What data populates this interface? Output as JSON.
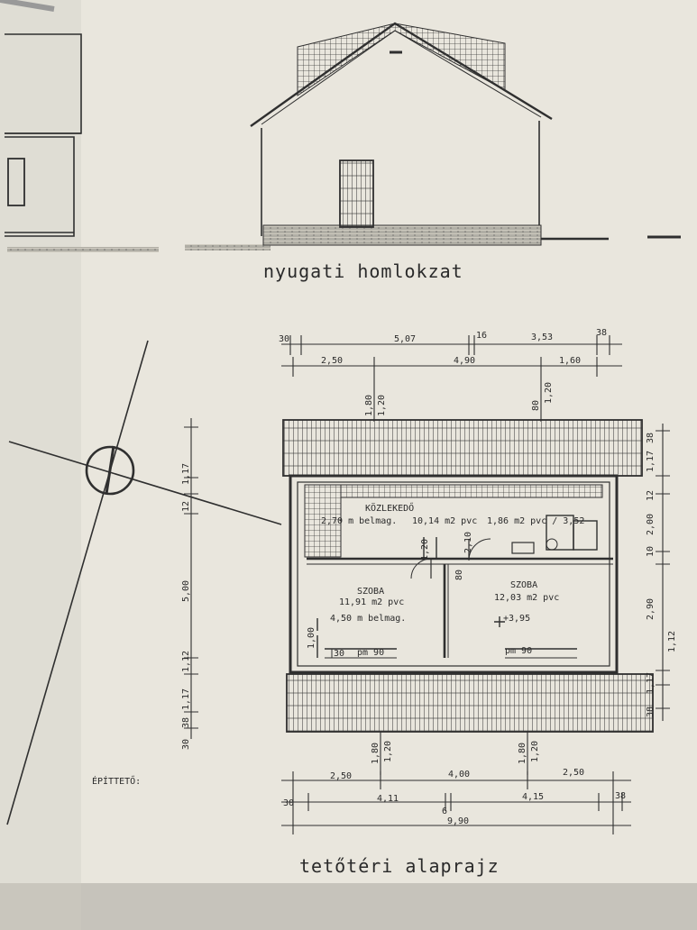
{
  "elevation": {
    "title": "nyugati homlokzat"
  },
  "plan": {
    "title": "tetőtéri alaprajz",
    "rooms": [
      {
        "name": "KÖZLEKEDŐ",
        "area": "10,14 m2 pvc"
      },
      {
        "name": "SZOBA",
        "area": "11,91 m2 pvc",
        "note": "4,50 m belmag."
      },
      {
        "name": "SZOBA",
        "area": "12,03 m2 pvc",
        "level": "+3,95"
      }
    ],
    "corridor_note": "2,70 m belmag.",
    "corridor_extra": "1,86 m2 pvc / 3,52",
    "windows": [
      "pm 90",
      "pm 90"
    ],
    "dims_top_row1": [
      "30",
      "5,07",
      "16",
      "3,53",
      "38"
    ],
    "dims_top_row2": [
      "2,50",
      "4,90",
      "1,60"
    ],
    "dims_bottom_row1": [
      "2,50",
      "4,00",
      "2,50"
    ],
    "dims_bottom_row2": [
      "30",
      "4,11",
      "6",
      "4,15",
      "38"
    ],
    "dims_bottom_total": "9,90",
    "dims_left": [
      "5,00",
      "1,17",
      "12",
      "1,17",
      "1,12",
      "30",
      "38"
    ],
    "dims_right": [
      "38",
      "1,17",
      "12",
      "2,00",
      "10",
      "2,90",
      "1,12",
      "1,17",
      "38"
    ],
    "dims_vertical_top": [
      "1,80",
      "1,20",
      "80",
      "1,20"
    ],
    "dims_vertical_bottom": [
      "1,80",
      "1,20",
      "1,80",
      "1,20"
    ],
    "inner_dims": [
      "1,20",
      "80",
      "2,10",
      "1,00",
      "30"
    ]
  },
  "labels": {
    "builder": "ÉPÍTTETŐ:"
  }
}
